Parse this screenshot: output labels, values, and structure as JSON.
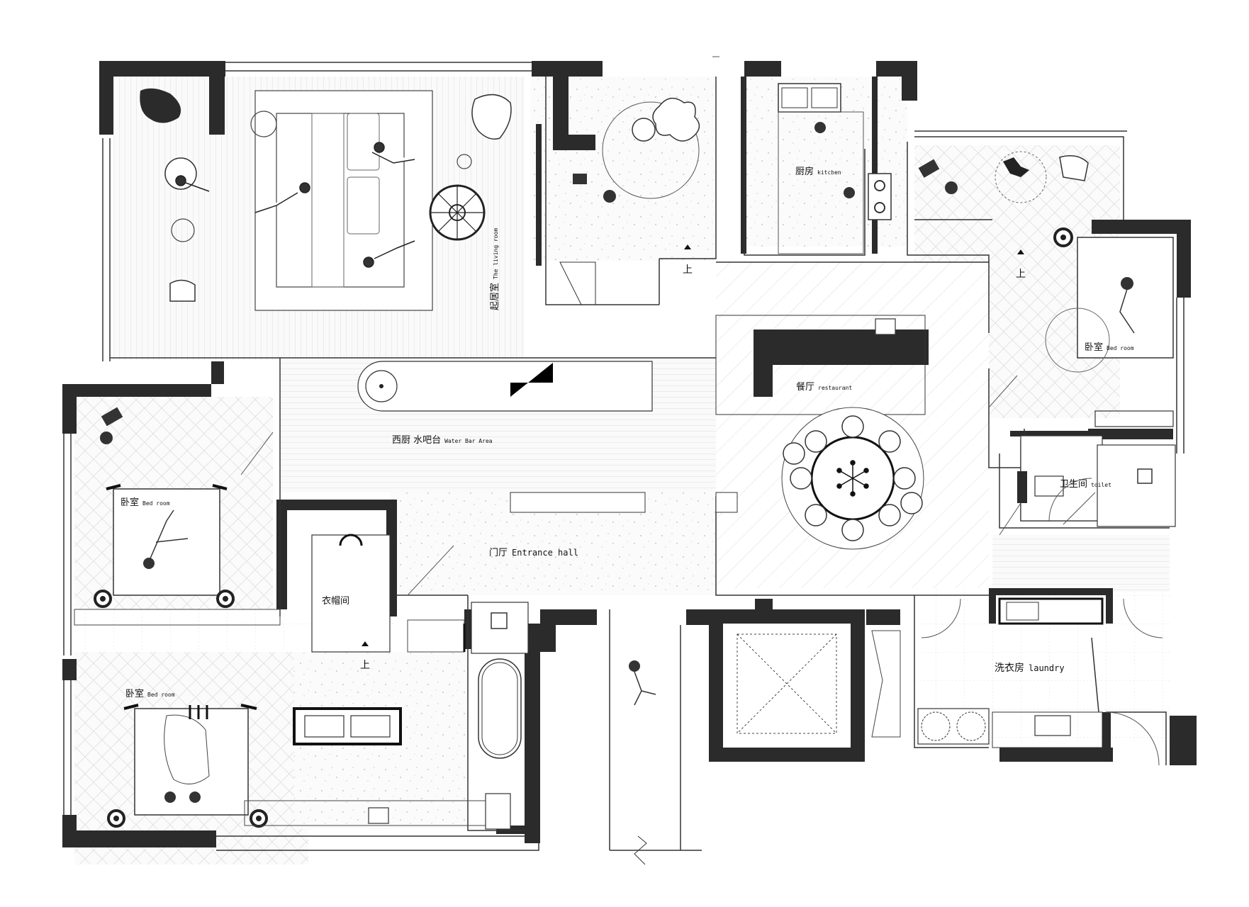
{
  "rooms": {
    "living": {
      "zh": "起居室",
      "en": "The living room"
    },
    "kitchen": {
      "zh": "厨房",
      "en": "kitchen"
    },
    "bedroom_ne": {
      "zh": "卧室",
      "en": "Bed room"
    },
    "restaurant": {
      "zh": "餐厅",
      "en": "restaurant"
    },
    "water_bar": {
      "zh": "西厨 水吧台",
      "en": "Water Bar Area"
    },
    "bedroom_w": {
      "zh": "卧室",
      "en": "Bed room"
    },
    "toilet": {
      "zh": "卫生间",
      "en": "toilet"
    },
    "entrance": {
      "zh": "门厅",
      "en": "Entrance hall"
    },
    "cloakroom": {
      "zh": "衣帽间"
    },
    "bedroom_sw": {
      "zh": "卧室",
      "en": "Bed room"
    },
    "laundry": {
      "zh": "洗衣房",
      "en": "laundry"
    }
  },
  "stair_marks": [
    "上",
    "上",
    "上"
  ],
  "colors": {
    "wall": "#2b2b2b",
    "line": "#333333",
    "floor_tint": "#f4f4f4"
  }
}
